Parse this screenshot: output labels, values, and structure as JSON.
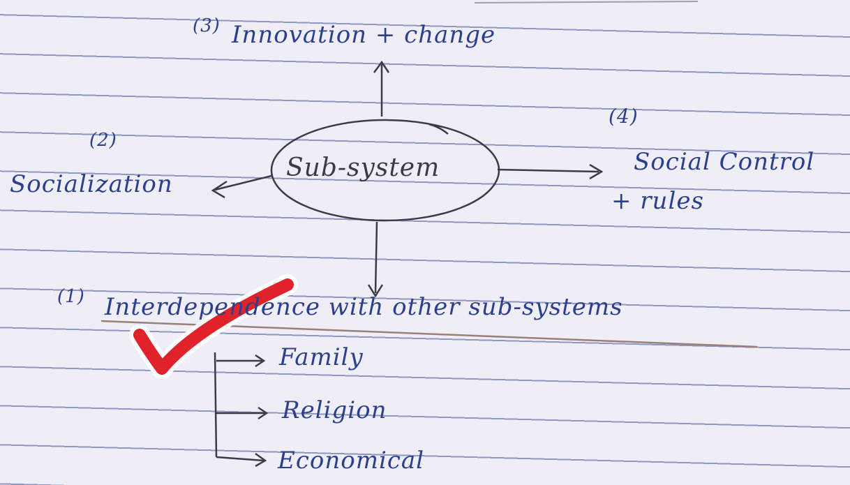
{
  "nodes": {
    "center": "Sub-system",
    "top_num": "(3)",
    "top": "Innovation + change",
    "left_num": "(2)",
    "left": "Socialization",
    "right_num": "(4)",
    "right_line1": "Social Control",
    "right_line2": "+ rules",
    "bottom_num": "(1)",
    "bottom": "Interdependence with other sub-systems",
    "branches": [
      "Family",
      "Religion",
      "Economical"
    ]
  },
  "colors": {
    "ink": "#2b3f8e",
    "pencil": "#3a3a4a",
    "check": "#e0222a",
    "underline": "#9a7f78"
  }
}
